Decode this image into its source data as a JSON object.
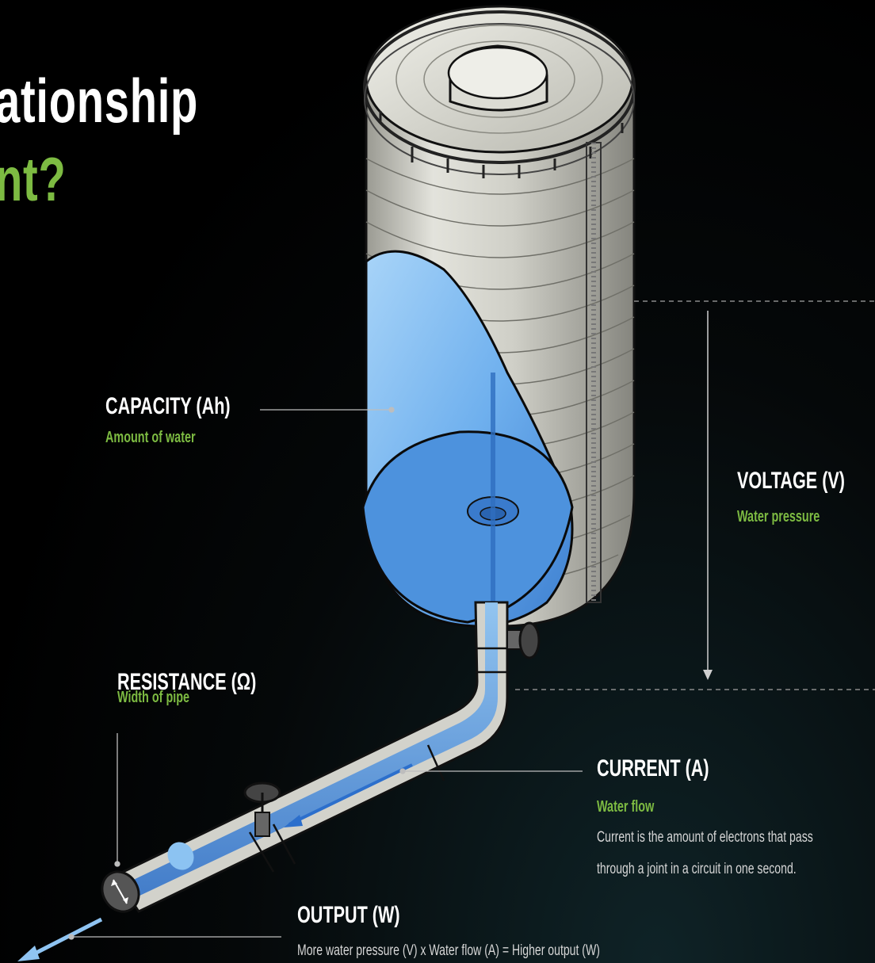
{
  "heading": {
    "line1": "ationship",
    "line2": "nt?"
  },
  "labels": {
    "capacity": {
      "title": "CAPACITY (Ah)",
      "subtitle": "Amount of water"
    },
    "voltage": {
      "title": "VOLTAGE (V)",
      "subtitle": "Water pressure"
    },
    "resistance": {
      "title": "RESISTANCE (Ω)",
      "subtitle": "Width of pipe"
    },
    "current": {
      "title": "CURRENT (A)",
      "subtitle": "Water flow",
      "description_line1": "Current is the amount of electrons that pass",
      "description_line2": "through a joint in a circuit in one second."
    },
    "output": {
      "title": "OUTPUT (W)",
      "formula": "More water pressure (V) x Water flow (A) = Higher output (W)"
    }
  },
  "colors": {
    "accent_green": "#7dbb42",
    "water_blue": "#4a8fd8",
    "tank_gray": "#c9c9c0",
    "background": "#000000"
  }
}
